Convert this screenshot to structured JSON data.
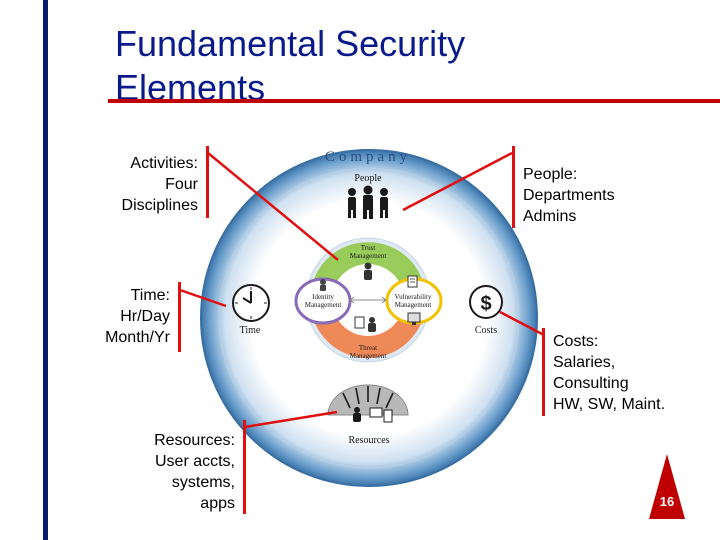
{
  "slide": {
    "title_line1": "Fundamental Security",
    "title_line2": "Elements",
    "page_number": "16"
  },
  "callouts": {
    "activities": [
      "Activities:",
      "Four",
      "Disciplines"
    ],
    "time": [
      "Time:",
      "Hr/Day",
      "Month/Yr"
    ],
    "resources": [
      "Resources:",
      "User accts,",
      "systems,",
      "apps"
    ],
    "people": [
      "People:",
      "Departments",
      "Admins"
    ],
    "costs": [
      "Costs:",
      "Salaries,",
      "Consulting",
      "HW, SW, Maint."
    ]
  },
  "diagram": {
    "company": "Company",
    "people": "People",
    "time": "Time",
    "costs": "Costs",
    "resources": "Resources",
    "trust": [
      "Trust",
      "Management"
    ],
    "identity": [
      "Identity",
      "Management"
    ],
    "vulnerability": [
      "Vulnerability",
      "Management"
    ],
    "threat": [
      "Threat",
      "Management"
    ]
  },
  "colors": {
    "title": "#0a1a8a",
    "accent_red": "#c00000",
    "left_bar": "#0a1a6e",
    "trust_green": "#8cc63f",
    "vulnerability_yellow": "#f2c200",
    "threat_orange": "#f07030",
    "identity_purple": "#8a6bb8"
  }
}
